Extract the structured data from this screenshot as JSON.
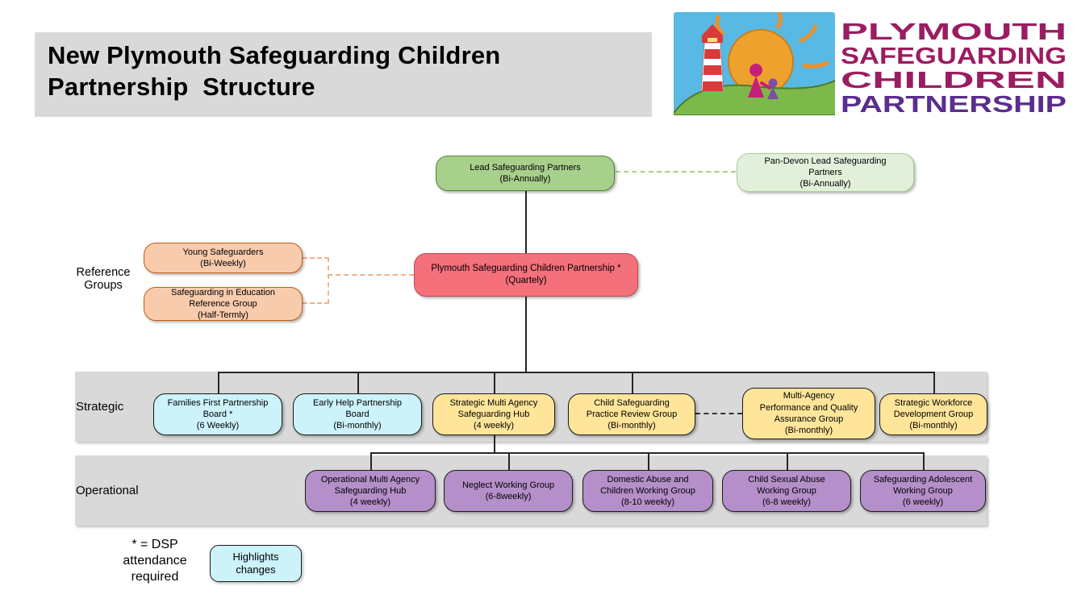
{
  "header": {
    "title": "New Plymouth Safeguarding Children\nPartnership  Structure"
  },
  "logo": {
    "illustration": "lighthouse-sun-family-drawing",
    "line1": "PLYMOUTH",
    "line2": "SAFEGUARDING",
    "line3": "CHILDREN",
    "line4": "PARTNERSHIP"
  },
  "labels": {
    "reference_groups": "Reference\nGroups",
    "strategic": "Strategic",
    "operational": "Operational",
    "footnote": "* = DSP\nattendance\nrequired",
    "highlights_changes": "Highlights\nchanges"
  },
  "nodes": {
    "lead_safeguarding_partners": "Lead Safeguarding Partners\n(Bi-Annually)",
    "pan_devon_partners": "Pan-Devon Lead Safeguarding\nPartners\n(Bi-Annually)",
    "pscp": "Plymouth Safeguarding Children Partnership *\n(Quartely)",
    "young_safeguarders": "Young Safeguarders\n(Bi-Weekly)",
    "safeguarding_in_education": "Safeguarding in Education\nReference Group\n(Half-Termly)",
    "families_first": "Families First Partnership\nBoard *\n(6 Weekly)",
    "early_help": "Early Help Partnership\nBoard\n(Bi-monthly)",
    "strategic_mash": "Strategic Multi Agency\nSafeguarding Hub\n(4 weekly)",
    "child_safeguarding_practice_review": "Child Safeguarding\nPractice Review Group\n(Bi-monthly)",
    "multi_agency_pqa": "Multi-Agency\nPerformance and Quality\nAssurance Group\n(Bi-monthly)",
    "strategic_workforce": "Strategic Workforce\nDevelopment Group\n(Bi-monthly)",
    "operational_mash": "Operational Multi Agency\nSafeguarding Hub\n(4 weekly)",
    "neglect_wg": "Neglect Working Group\n(6-8weekly)",
    "domestic_abuse_wg": "Domestic Abuse and\nChildren Working Group\n(8-10 weekly)",
    "child_sexual_abuse_wg": "Child Sexual Abuse\nWorking Group\n(6-8 weekly)",
    "safeguarding_adolescent_wg": "Safeguarding Adolescent\nWorking Group\n(6 weekly)"
  },
  "colors": {
    "title_gray": "#d9d9d9",
    "band_gray": "#d9d9d9",
    "green_fill": "#a8d08d",
    "green_border": "#538135",
    "lightgreen_fill": "#e2efda",
    "lightgreen_border": "#a9d18e",
    "red_fill": "#f4707b",
    "red_border": "#b94a4e",
    "peach_fill": "#f8cbad",
    "peach_border": "#c55a11",
    "cyan_fill": "#ccf2fa",
    "yellow_fill": "#ffe599",
    "purple_fill": "#b58fc9",
    "dash_green": "#a9d18e",
    "dash_orange": "#f4b183",
    "logo_magenta": "#9a1d61",
    "logo_purple": "#5b2d8e"
  }
}
